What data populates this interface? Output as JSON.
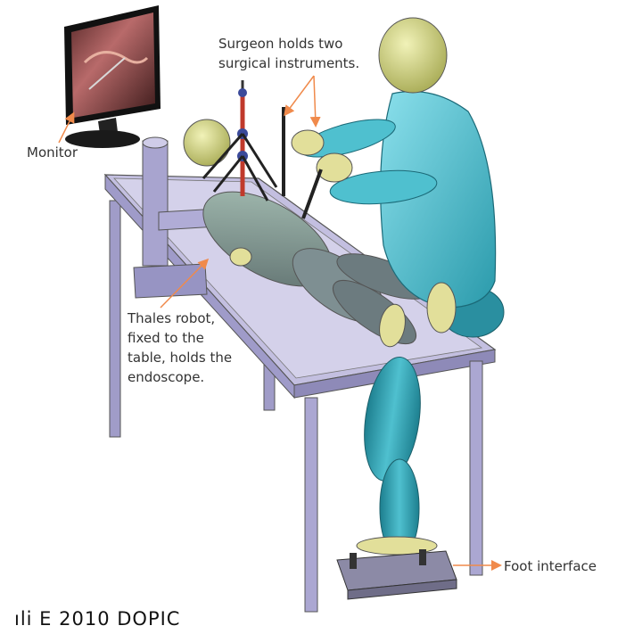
{
  "labels": {
    "surgeon": [
      "Surgeon holds two",
      "surgical instruments."
    ],
    "monitor": "Monitor",
    "thales": [
      "Thales robot,",
      "fixed to the",
      "table, holds the",
      "endoscope."
    ],
    "foot": "Foot interface",
    "caption": "ıli  E  2010  DOPIC"
  },
  "colors": {
    "table": "#b7b3d6",
    "table_shade": "#8e8ab8",
    "patient": "#8aa19a",
    "patient_dark": "#6f7f80",
    "surgeon": "#5fc8d8",
    "surgeon_dark": "#2a8fa0",
    "head": "#d9dd8a",
    "hands": "#e2df9a",
    "robot_red": "#c0392b",
    "arrow": "#f08a4b"
  }
}
